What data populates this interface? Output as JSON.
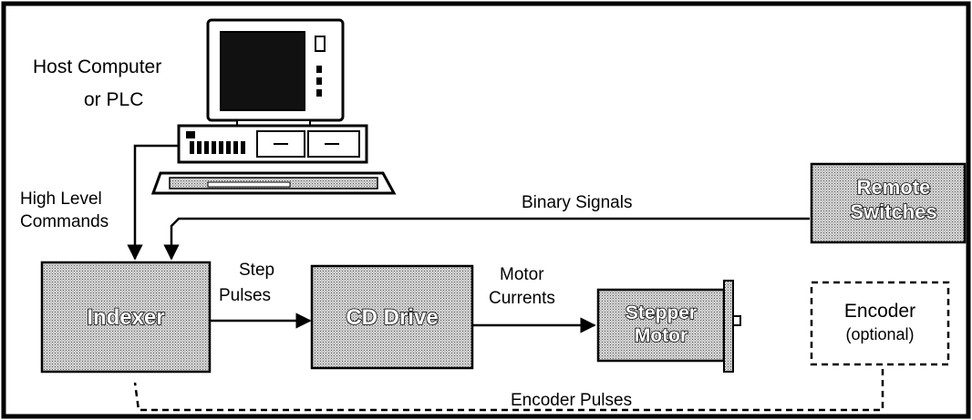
{
  "labels": {
    "host_line1": "Host Computer",
    "host_line2": "or PLC",
    "high_level_line1": "High Level",
    "high_level_line2": "Commands",
    "binary_signals": "Binary  Signals",
    "step_line1": "Step",
    "step_line2": "Pulses",
    "motor_currents_line1": "Motor",
    "motor_currents_line2": "Currents",
    "encoder_pulses": "Encoder  Pulses"
  },
  "boxes": {
    "indexer": "Indexer",
    "cd_drive": "CD Drive",
    "stepper_line1": "Stepper",
    "stepper_line2": "Motor",
    "remote_line1": "Remote",
    "remote_line2": "Switches",
    "encoder_line1": "Encoder",
    "encoder_line2": "(optional)"
  },
  "colors": {
    "box_fill": "#bdbdbd",
    "line": "#000000"
  }
}
